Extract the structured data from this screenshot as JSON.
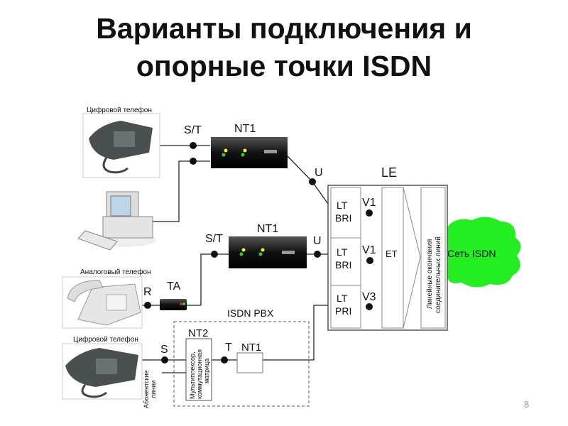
{
  "title": {
    "line1": "Варианты подключения и",
    "line2": "опорные точки ISDN"
  },
  "devices": {
    "digital_phone_1": "Цифровой телефон",
    "analog_phone": "Аналоговый телефон",
    "digital_phone_2": "Цифровой телефон",
    "nt1_top": "NT1",
    "nt1_middle": "NT1",
    "nt1_pbx": "NT1",
    "ta": "TA",
    "nt2": "NT2",
    "mux_line1": "Мультиплексор,",
    "mux_line2": "коммутационная",
    "mux_line3": "матрица",
    "subscriber_lines_1": "Абонентские",
    "subscriber_lines_2": "линии",
    "pbx": "ISDN PBX"
  },
  "reference_points": {
    "st_top": "S/T",
    "u_top": "U",
    "st_mid": "S/T",
    "u_mid": "U",
    "r": "R",
    "s": "S",
    "t": "T",
    "v1_a": "V1",
    "v1_b": "V1",
    "v3": "V3"
  },
  "exchange": {
    "label": "LE",
    "lt1": [
      "LT",
      "BRI"
    ],
    "lt2": [
      "LT",
      "BRI"
    ],
    "lt3": [
      "LT",
      "PRI"
    ],
    "et": "ET",
    "trunk_line1": "Линейные окончания",
    "trunk_line2": "соединительных линий"
  },
  "network": {
    "label": "Сеть ISDN",
    "color": "#22ee22"
  },
  "page_number": "8"
}
